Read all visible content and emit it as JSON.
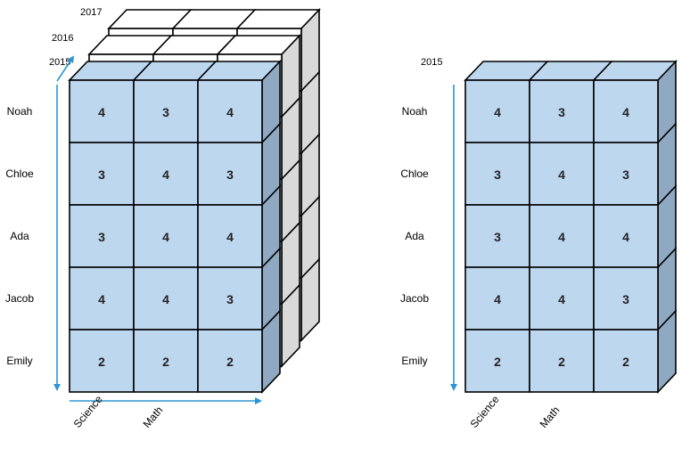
{
  "left_cube": {
    "years": [
      "2015",
      "2016",
      "2017"
    ],
    "rows": [
      "Noah",
      "Chloe",
      "Ada",
      "Jacob",
      "Emily"
    ],
    "columns": [
      "Science",
      "Math"
    ],
    "values": [
      [
        4,
        3,
        4
      ],
      [
        3,
        4,
        3
      ],
      [
        3,
        4,
        4
      ],
      [
        4,
        4,
        3
      ],
      [
        2,
        2,
        2
      ]
    ]
  },
  "right_slice": {
    "year": "2015",
    "rows": [
      "Noah",
      "Chloe",
      "Ada",
      "Jacob",
      "Emily"
    ],
    "columns": [
      "Science",
      "Math"
    ],
    "values": [
      [
        4,
        3,
        4
      ],
      [
        3,
        4,
        3
      ],
      [
        3,
        4,
        4
      ],
      [
        4,
        4,
        3
      ],
      [
        2,
        2,
        2
      ]
    ]
  },
  "colors": {
    "front_face": "#bdd7ee",
    "right_face": "#8ea9c1",
    "top_face": "#bdd7ee",
    "back_face": "#ffffff",
    "back_side": "#d9d9d9",
    "grid_line": "#000000",
    "axis_arrow": "#2e95d3",
    "label_text": "#000000"
  }
}
